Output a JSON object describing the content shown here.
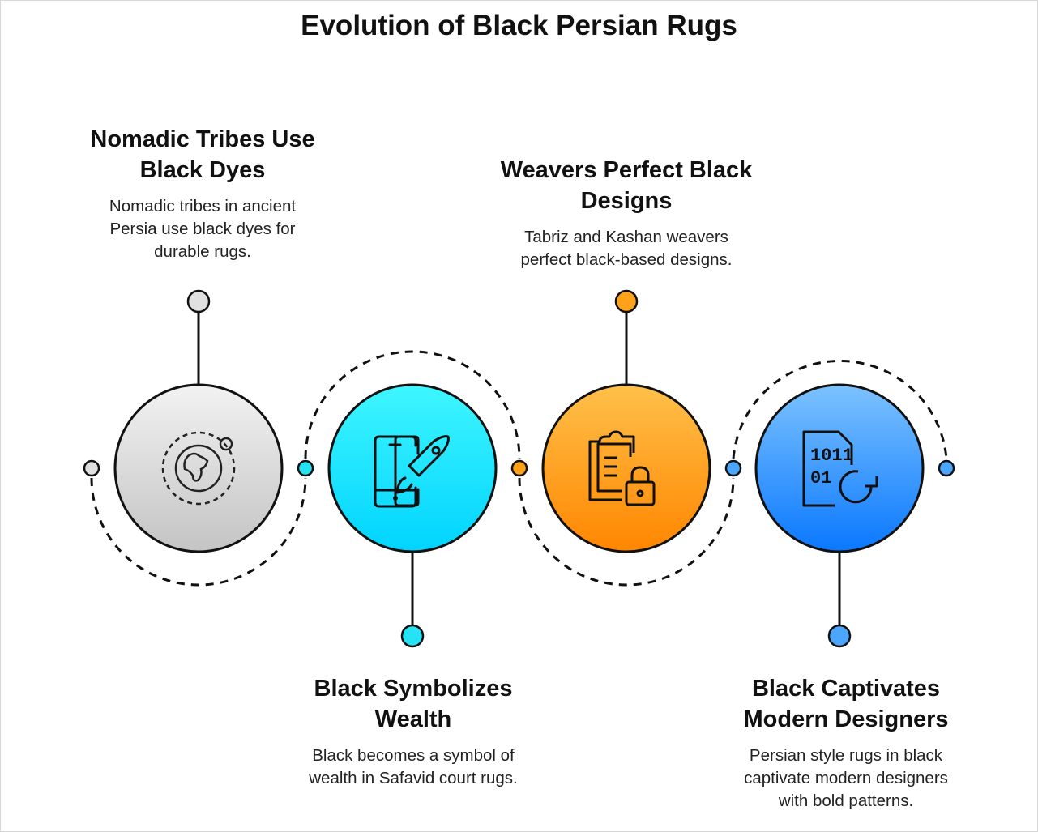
{
  "title": "Evolution of Black Persian Rugs",
  "steps": [
    {
      "heading": "Nomadic Tribes Use Black Dyes",
      "heading_l1": "Nomadic Tribes Use",
      "heading_l2": "Black Dyes",
      "body_l1": "Nomadic tribes in ancient",
      "body_l2": "Persia use black dyes for",
      "body_l3": "durable rugs.",
      "icon": "globe-icon",
      "color": "#d9d9d9"
    },
    {
      "heading": "Black Symbolizes Wealth",
      "heading_l1": "Black Symbolizes",
      "heading_l2": "Wealth",
      "body_l1": "Black becomes a symbol of",
      "body_l2": "wealth in Safavid court rugs.",
      "icon": "mobile-rocket-icon",
      "color": "#1ee6ff"
    },
    {
      "heading": "Weavers Perfect Black Designs",
      "heading_l1": "Weavers Perfect Black",
      "heading_l2": "Designs",
      "body_l1": "Tabriz and Kashan weavers",
      "body_l2": "perfect black-based designs.",
      "icon": "clipboard-lock-icon",
      "color": "#ffa21a"
    },
    {
      "heading": "Black Captivates Modern Designers",
      "heading_l1": "Black Captivates",
      "heading_l2": "Modern Designers",
      "body_l1": "Persian style rugs in black",
      "body_l2": "captivate modern designers",
      "body_l3": "with bold patterns.",
      "icon": "binary-file-refresh-icon",
      "color": "#2f95ff"
    }
  ]
}
